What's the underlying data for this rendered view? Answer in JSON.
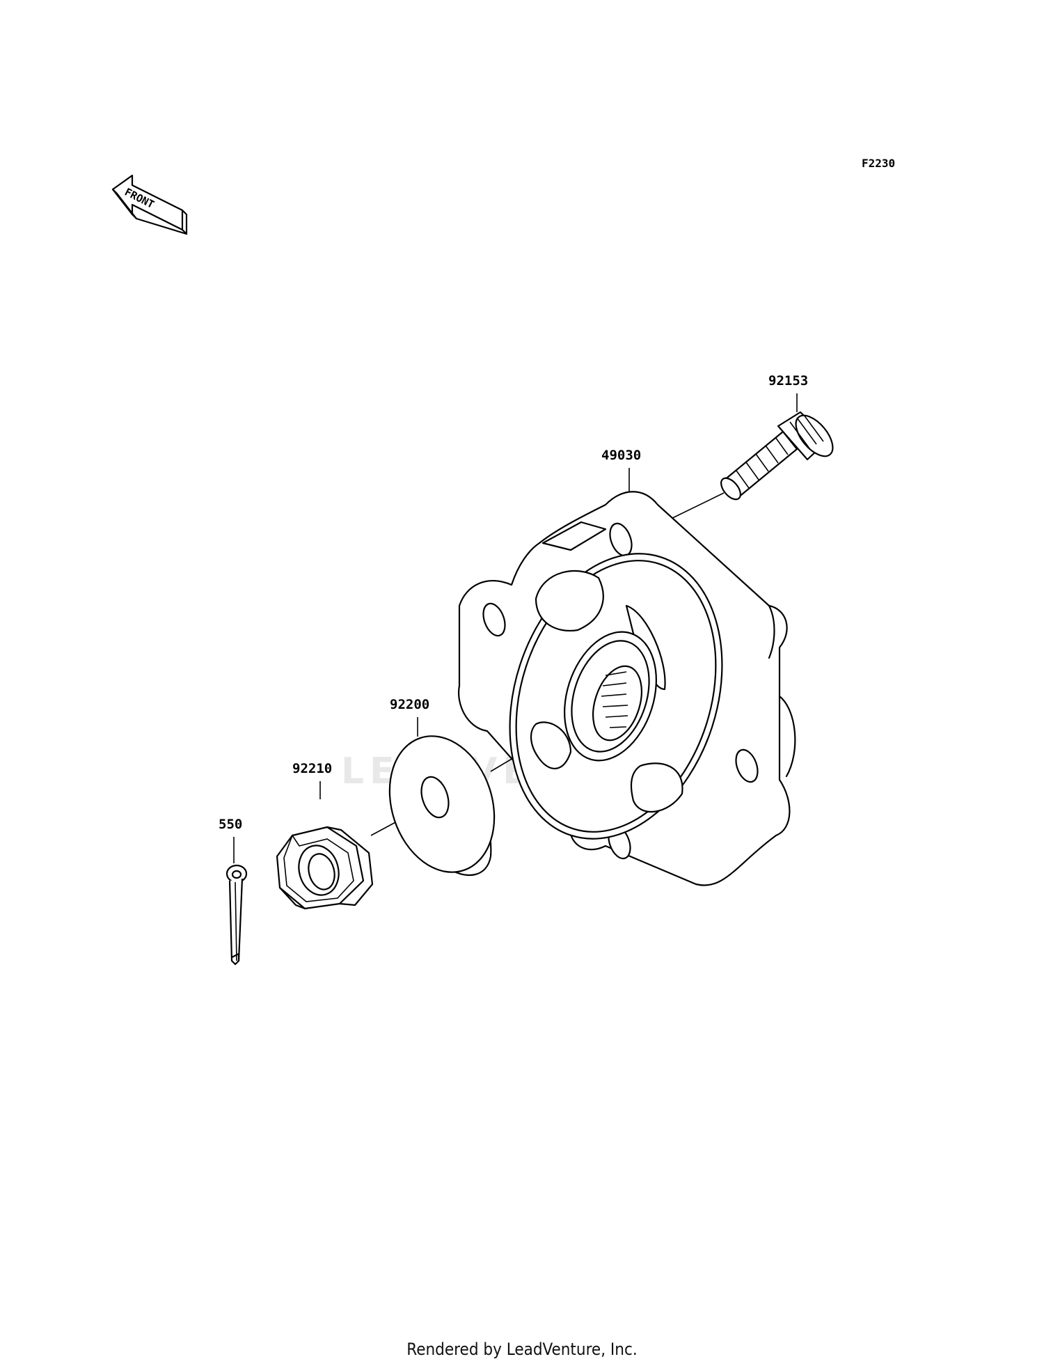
{
  "diagram": {
    "ref_code": "F2230",
    "front_label": "FRONT",
    "watermark": "LEADVENTURE",
    "parts": [
      {
        "number": "92153"
      },
      {
        "number": "49030"
      },
      {
        "number": "92200"
      },
      {
        "number": "92210"
      },
      {
        "number": "550"
      }
    ]
  },
  "footer": {
    "text": "Rendered by LeadVenture, Inc."
  }
}
